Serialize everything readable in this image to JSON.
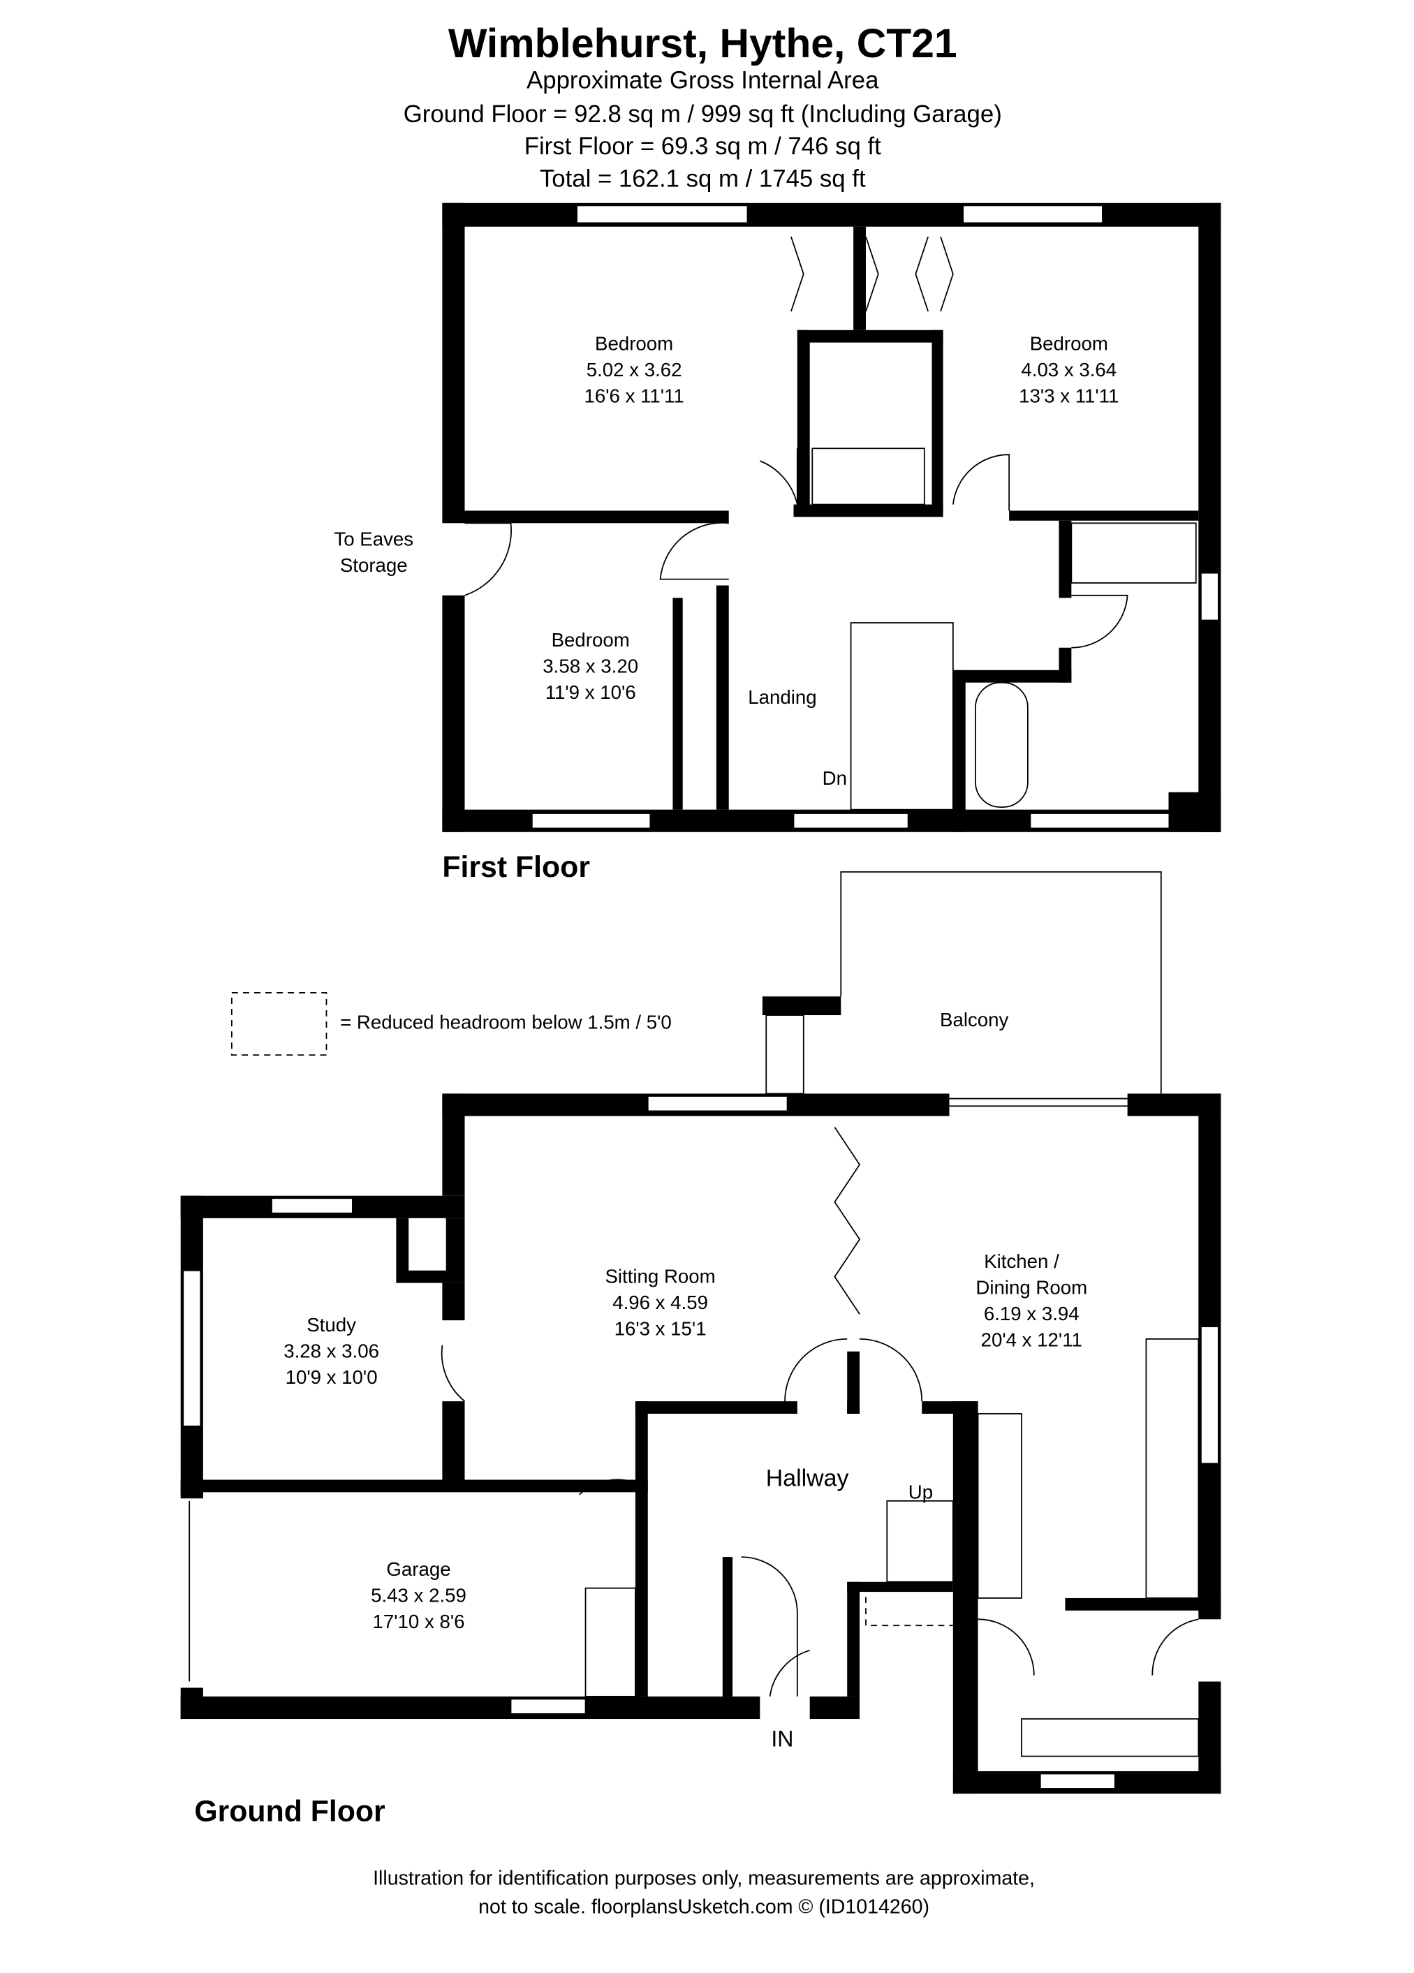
{
  "header": {
    "title": "Wimblehurst, Hythe, CT21",
    "subtitle": "Approximate Gross Internal Area",
    "ground_floor_area": "Ground Floor = 92.8 sq m / 999 sq ft (Including Garage)",
    "first_floor_area": "First Floor = 69.3 sq m / 746 sq ft",
    "total_area": "Total = 162.1 sq m / 1745 sq ft"
  },
  "first_floor": {
    "label": "First Floor",
    "rooms": [
      {
        "name": "Bedroom",
        "metric": "5.02 x 3.62",
        "imperial": "16'6 x 11'11"
      },
      {
        "name": "Bedroom",
        "metric": "4.03 x 3.64",
        "imperial": "13'3 x 11'11"
      },
      {
        "name": "Bedroom",
        "metric": "3.58 x 3.20",
        "imperial": "11'9 x 10'6"
      }
    ],
    "landing": "Landing",
    "stairs_down": "Dn",
    "eaves_line1": "To Eaves",
    "eaves_line2": "Storage"
  },
  "ground_floor": {
    "label": "Ground Floor",
    "legend": "= Reduced headroom below 1.5m / 5'0",
    "balcony": "Balcony",
    "rooms": [
      {
        "name": "Sitting Room",
        "metric": "4.96 x 4.59",
        "imperial": "16'3 x 15'1"
      },
      {
        "name": "Kitchen /",
        "name2": "Dining Room",
        "metric": "6.19 x 3.94",
        "imperial": "20'4 x 12'11"
      },
      {
        "name": "Study",
        "metric": "3.28 x 3.06",
        "imperial": "10'9 x 10'0"
      },
      {
        "name": "Garage",
        "metric": "5.43 x 2.59",
        "imperial": "17'10 x 8'6"
      }
    ],
    "hallway": "Hallway",
    "stairs_up": "Up",
    "entrance": "IN"
  },
  "footer": {
    "line1": "Illustration for identification purposes only, measurements are approximate,",
    "line2": "not to scale. floorplansUsketch.com © (ID1014260)"
  }
}
